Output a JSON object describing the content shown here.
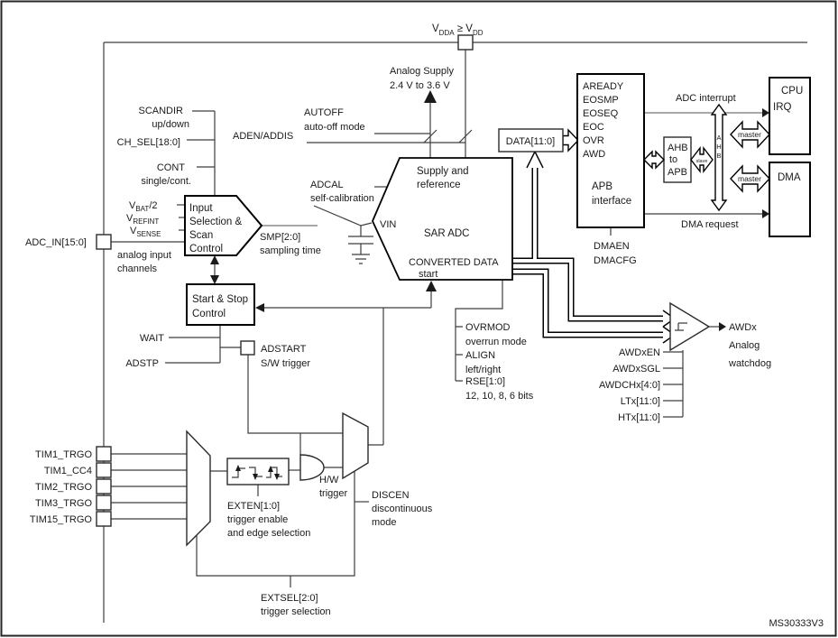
{
  "colors": {
    "line": "#2a2a2a",
    "gray_line": "#8c8c8c",
    "bold_line": "#000000",
    "background": "#ffffff"
  },
  "d": {
    "watermark": "MS30333V3",
    "power": {
      "vdda_v": "V",
      "vdda_sub": "DDA",
      "ge": " ≥ ",
      "vdd_v": "V",
      "vdd_sub": "DD",
      "analog_supply1": "Analog Supply",
      "analog_supply2": "2.4 V to 3.6 V"
    },
    "control": {
      "aden": "ADEN/ADDIS",
      "autoff1": "AUTOFF",
      "autoff2": "auto-off mode",
      "adcal1": "ADCAL",
      "adcal2": "self-calibration",
      "scandir1": "SCANDIR",
      "scandir2": "up/down",
      "chsel": "CH_SEL[18:0]",
      "cont1": "CONT",
      "cont2": "single/cont."
    },
    "inputs": {
      "vbat_v": "V",
      "vbat_sub": "BAT",
      "vbat_suffix": "/2",
      "vrefint_v": "V",
      "vrefint_sub": "REFINT",
      "vsense_v": "V",
      "vsense_sub": "SENSE",
      "adc_in": "ADC_IN[15:0]",
      "analog1": "analog input",
      "analog2": "channels"
    },
    "input_block": {
      "l1": "Input",
      "l2": "Selection &",
      "l3": "Scan",
      "l4": "Control"
    },
    "smp": {
      "l1": "SMP[2:0]",
      "l2": "sampling time"
    },
    "adc": {
      "supply1": "Supply and",
      "supply2": "reference",
      "name": "SAR ADC",
      "vin": "VIN",
      "converted": "CONVERTED DATA",
      "start": "start"
    },
    "data_reg": "DATA[11:0]",
    "startstop": {
      "l1": "Start & Stop",
      "l2": "Control",
      "wait": "WAIT",
      "adstp": "ADSTP",
      "adstart1": "ADSTART",
      "adstart2": "S/W trigger"
    },
    "conv_opts": {
      "ovrmod1": "OVRMOD",
      "ovrmod2": "overrun mode",
      "align1": "ALIGN",
      "align2": "left/right",
      "res1": "RSE[1:0]",
      "res2": "12, 10, 8, 6 bits"
    },
    "apb": {
      "flags": [
        "AREADY",
        "EOSMP",
        "EOSEQ",
        "EOC",
        "OVR",
        "AWD"
      ],
      "name1": "APB",
      "name2": "interface",
      "dmaen": "DMAEN",
      "dmacfg": "DMACFG"
    },
    "bridge": {
      "ahb1": "AHB",
      "ahb2": "to",
      "ahb3": "APB",
      "slave": "slave",
      "bus": [
        "A",
        "H",
        "B"
      ],
      "master_cpu": "master",
      "master_dma": "master"
    },
    "cpu": {
      "l1": "CPU",
      "l2": "IRQ"
    },
    "dma": {
      "name": "DMA"
    },
    "interrupt_label": "ADC interrupt",
    "dma_request_label": "DMA request",
    "watchdog": {
      "l1": "AWDx",
      "l2": "Analog",
      "l3": "watchdog",
      "signals": [
        "AWDxEN",
        "AWDxSGL",
        "AWDCHx[4:0]",
        "LTx[11:0]",
        "HTx[11:0]"
      ]
    },
    "triggers": {
      "tims": [
        "TIM1_TRGO",
        "TIM1_CC4",
        "TIM2_TRGO",
        "TIM3_TRGO",
        "TIM15_TRGO"
      ],
      "exten1": "EXTEN[1:0]",
      "exten2": "trigger enable",
      "exten3": "and edge selection",
      "extsel1": "EXTSEL[2:0]",
      "extsel2": "trigger selection",
      "hw1": "H/W",
      "hw2": "trigger",
      "discen1": "DISCEN",
      "discen2": "discontinuous",
      "discen3": "mode"
    }
  }
}
